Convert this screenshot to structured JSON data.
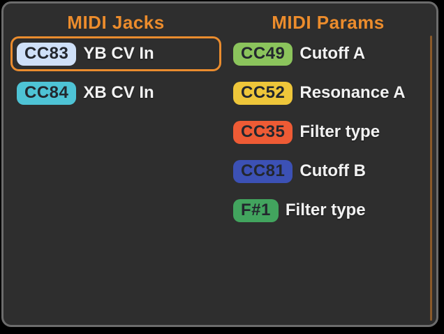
{
  "columns": [
    {
      "title": "MIDI Jacks",
      "items": [
        {
          "badge": "CC83",
          "label": "YB CV In",
          "badge_color": "#cfe0f8",
          "selected": true
        },
        {
          "badge": "CC84",
          "label": "XB CV In",
          "badge_color": "#4ec3d5",
          "selected": false
        }
      ]
    },
    {
      "title": "MIDI Params",
      "items": [
        {
          "badge": "CC49",
          "label": "Cutoff A",
          "badge_color": "#8bc45c",
          "selected": false
        },
        {
          "badge": "CC52",
          "label": "Resonance A",
          "badge_color": "#eec63a",
          "selected": false
        },
        {
          "badge": "CC35",
          "label": "Filter type",
          "badge_color": "#ee5b35",
          "selected": false
        },
        {
          "badge": "CC81",
          "label": "Cutoff B",
          "badge_color": "#3c51b5",
          "selected": false
        },
        {
          "badge": "F#1",
          "label": "Filter type",
          "badge_color": "#42a45e",
          "selected": false
        }
      ]
    }
  ],
  "colors": {
    "header_text": "#ec8c2c",
    "selection_border": "#ea8c2e",
    "panel_background": "#2e2e2e",
    "panel_border": "#6c6c6c",
    "scroll_indicator": "#8a5a2a",
    "label_text": "#f2f2f2",
    "badge_text": "#23272e"
  }
}
